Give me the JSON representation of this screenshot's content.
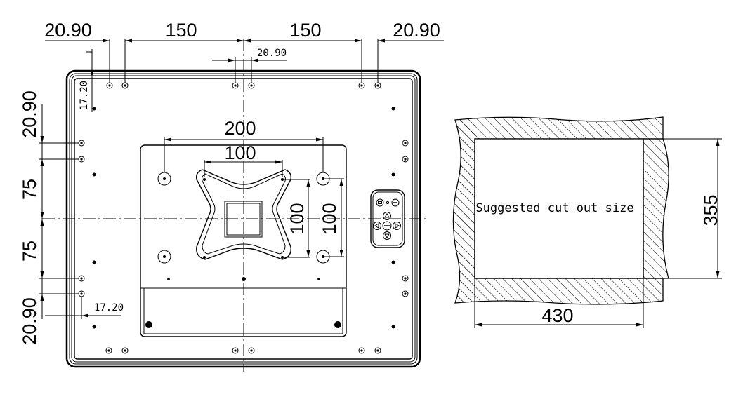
{
  "drawing": {
    "top_dims": {
      "left_edge": "20.90",
      "left_span": "150",
      "right_span": "150",
      "right_edge": "20.90",
      "center_offset": "20.90"
    },
    "side_dims": {
      "top_edge": "20.90",
      "upper_span": "75",
      "lower_span": "75",
      "bottom_edge": "20.90",
      "corner_top": "17.20",
      "corner_bottom": "17.20"
    },
    "vesa": {
      "outer_width": "200",
      "inner_width": "100",
      "inner_height": "100",
      "outer_height": "100"
    },
    "cutout": {
      "label": "Suggested cut out size",
      "height": "355",
      "width": "430"
    }
  }
}
